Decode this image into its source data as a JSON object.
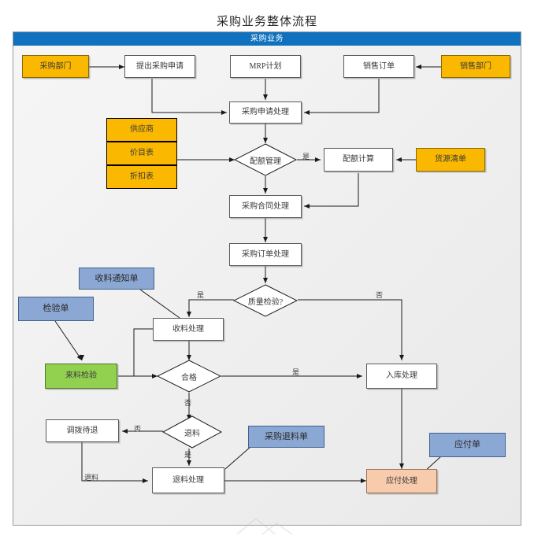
{
  "title": "采购业务整体流程",
  "pool": {
    "header": "采购业务"
  },
  "colors": {
    "pool_header": "#1072bf",
    "orange": "#fbb800",
    "blue_doc": "#8ba7d4",
    "green": "#92d050",
    "peach": "#f8cbad",
    "process": "#ffffff",
    "line": "#1a1a1a"
  },
  "nodes": {
    "purchasing_dept": "采购部门",
    "raise_request": "提出采购申请",
    "mrp_plan": "MRP计划",
    "sales_order": "销售订单",
    "sales_dept": "销售部门",
    "request_process": "采购申请处理",
    "supplier": "供应商",
    "price_list": "价目表",
    "discount_list": "折扣表",
    "quota_mgmt": "配额管理",
    "quota_calc": "配额计算",
    "source_list": "货源清单",
    "contract_process": "采购合同处理",
    "order_process": "采购订单处理",
    "quality_check": "质量检验?",
    "receipt_notice": "收料通知单",
    "inspection_sheet": "检验单",
    "receipt_process": "收料处理",
    "incoming_inspection": "来料检验",
    "qualified": "合格",
    "stock_in_process": "入库处理",
    "return_material": "退料",
    "transfer_pending": "调拨待退",
    "return_process": "退料处理",
    "purchase_return_doc": "采购退料单",
    "payable_doc": "应付单",
    "payable_process": "应付处理"
  },
  "edge_labels": {
    "quota_yes": "是",
    "quality_yes": "是",
    "quality_no": "否",
    "qualified_yes": "是",
    "qualified_no": "否",
    "return_no": "否",
    "return_yes": "是",
    "return_material_flow": "退料"
  },
  "chart_data": {
    "type": "diagram",
    "diagram_kind": "flowchart",
    "title": "采购业务整体流程",
    "swimlane": "采购业务",
    "node_list": [
      {
        "id": "purchasing_dept",
        "label": "采购部门",
        "shape": "rect",
        "fill": "#fbb800"
      },
      {
        "id": "raise_request",
        "label": "提出采购申请",
        "shape": "rect",
        "fill": "#ffffff"
      },
      {
        "id": "mrp_plan",
        "label": "MRP计划",
        "shape": "rect",
        "fill": "#ffffff"
      },
      {
        "id": "sales_order",
        "label": "销售订单",
        "shape": "rect",
        "fill": "#ffffff"
      },
      {
        "id": "sales_dept",
        "label": "销售部门",
        "shape": "rect",
        "fill": "#fbb800"
      },
      {
        "id": "request_process",
        "label": "采购申请处理",
        "shape": "rect",
        "fill": "#ffffff"
      },
      {
        "id": "supplier",
        "label": "供应商",
        "shape": "rect",
        "fill": "#fbb800"
      },
      {
        "id": "price_list",
        "label": "价目表",
        "shape": "rect",
        "fill": "#fbb800"
      },
      {
        "id": "discount_list",
        "label": "折扣表",
        "shape": "rect",
        "fill": "#fbb800"
      },
      {
        "id": "quota_mgmt",
        "label": "配额管理",
        "shape": "diamond",
        "fill": "#ffffff"
      },
      {
        "id": "quota_calc",
        "label": "配额计算",
        "shape": "rect",
        "fill": "#ffffff"
      },
      {
        "id": "source_list",
        "label": "货源清单",
        "shape": "rect",
        "fill": "#fbb800"
      },
      {
        "id": "contract_process",
        "label": "采购合同处理",
        "shape": "rect",
        "fill": "#ffffff"
      },
      {
        "id": "order_process",
        "label": "采购订单处理",
        "shape": "rect",
        "fill": "#ffffff"
      },
      {
        "id": "quality_check",
        "label": "质量检验?",
        "shape": "diamond",
        "fill": "#ffffff"
      },
      {
        "id": "receipt_notice",
        "label": "收料通知单",
        "shape": "rect",
        "fill": "#8ba7d4"
      },
      {
        "id": "inspection_sheet",
        "label": "检验单",
        "shape": "rect",
        "fill": "#8ba7d4"
      },
      {
        "id": "receipt_process",
        "label": "收料处理",
        "shape": "rect",
        "fill": "#ffffff"
      },
      {
        "id": "incoming_inspection",
        "label": "来料检验",
        "shape": "rect",
        "fill": "#92d050"
      },
      {
        "id": "qualified",
        "label": "合格",
        "shape": "diamond",
        "fill": "#ffffff"
      },
      {
        "id": "stock_in_process",
        "label": "入库处理",
        "shape": "rect",
        "fill": "#ffffff"
      },
      {
        "id": "return_material",
        "label": "退料",
        "shape": "diamond",
        "fill": "#ffffff"
      },
      {
        "id": "transfer_pending",
        "label": "调拨待退",
        "shape": "rect",
        "fill": "#ffffff"
      },
      {
        "id": "return_process",
        "label": "退料处理",
        "shape": "rect",
        "fill": "#ffffff"
      },
      {
        "id": "purchase_return_doc",
        "label": "采购退料单",
        "shape": "rect",
        "fill": "#8ba7d4"
      },
      {
        "id": "payable_doc",
        "label": "应付单",
        "shape": "rect",
        "fill": "#8ba7d4"
      },
      {
        "id": "payable_process",
        "label": "应付处理",
        "shape": "rect",
        "fill": "#f8cbad"
      }
    ],
    "edges": [
      {
        "from": "purchasing_dept",
        "to": "raise_request",
        "label": ""
      },
      {
        "from": "sales_dept",
        "to": "sales_order",
        "label": ""
      },
      {
        "from": "raise_request",
        "to": "request_process",
        "label": ""
      },
      {
        "from": "mrp_plan",
        "to": "request_process",
        "label": ""
      },
      {
        "from": "sales_order",
        "to": "request_process",
        "label": ""
      },
      {
        "from": "request_process",
        "to": "quota_mgmt",
        "label": ""
      },
      {
        "from": "price_list",
        "to": "quota_mgmt",
        "label": ""
      },
      {
        "from": "quota_mgmt",
        "to": "quota_calc",
        "label": "是"
      },
      {
        "from": "source_list",
        "to": "quota_calc",
        "label": ""
      },
      {
        "from": "quota_mgmt",
        "to": "contract_process",
        "label": ""
      },
      {
        "from": "quota_calc",
        "to": "contract_process",
        "label": ""
      },
      {
        "from": "contract_process",
        "to": "order_process",
        "label": ""
      },
      {
        "from": "order_process",
        "to": "quality_check",
        "label": ""
      },
      {
        "from": "quality_check",
        "to": "receipt_process",
        "label": "是"
      },
      {
        "from": "quality_check",
        "to": "stock_in_process",
        "label": "否"
      },
      {
        "from": "receipt_notice",
        "to": "receipt_process",
        "label": ""
      },
      {
        "from": "receipt_process",
        "to": "incoming_inspection",
        "label": ""
      },
      {
        "from": "inspection_sheet",
        "to": "incoming_inspection",
        "label": ""
      },
      {
        "from": "incoming_inspection",
        "to": "qualified",
        "label": ""
      },
      {
        "from": "receipt_process",
        "to": "qualified",
        "label": ""
      },
      {
        "from": "qualified",
        "to": "stock_in_process",
        "label": "是"
      },
      {
        "from": "qualified",
        "to": "return_material",
        "label": "否"
      },
      {
        "from": "return_material",
        "to": "transfer_pending",
        "label": "否"
      },
      {
        "from": "return_material",
        "to": "return_process",
        "label": "是"
      },
      {
        "from": "transfer_pending",
        "to": "return_process",
        "label": "退料"
      },
      {
        "from": "purchase_return_doc",
        "to": "return_process",
        "label": ""
      },
      {
        "from": "return_process",
        "to": "payable_process",
        "label": ""
      },
      {
        "from": "stock_in_process",
        "to": "payable_process",
        "label": ""
      },
      {
        "from": "payable_doc",
        "to": "payable_process",
        "label": ""
      }
    ]
  }
}
